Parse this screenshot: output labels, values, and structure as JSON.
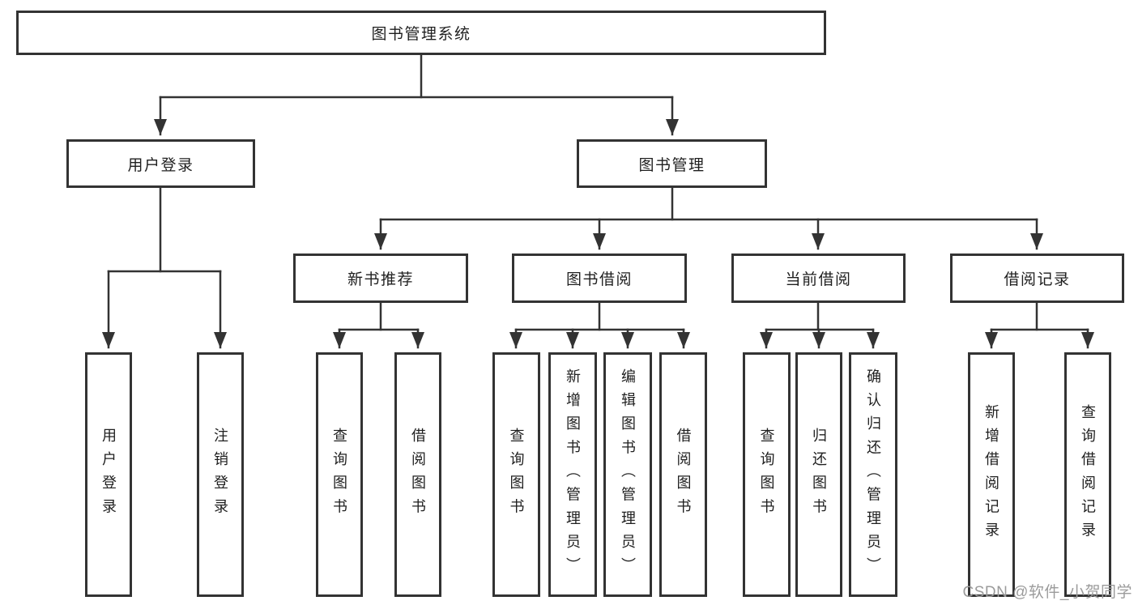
{
  "colors": {
    "line": "#333333",
    "box_border": "#333333",
    "text": "#1f1f1f",
    "watermark": "#9b9b9b",
    "background": "#ffffff"
  },
  "watermark": {
    "text": "CSDN @软件_小贺同学"
  },
  "tree": {
    "label": "图书管理系统",
    "children": [
      {
        "label": "用户登录",
        "children": [
          {
            "label": "用户登录"
          },
          {
            "label": "注销登录"
          }
        ]
      },
      {
        "label": "图书管理",
        "children": [
          {
            "label": "新书推荐",
            "children": [
              {
                "label": "查询图书"
              },
              {
                "label": "借阅图书"
              }
            ]
          },
          {
            "label": "图书借阅",
            "children": [
              {
                "label": "查询图书"
              },
              {
                "label": "新增图书（管理员）"
              },
              {
                "label": "编辑图书（管理员）"
              },
              {
                "label": "借阅图书"
              }
            ]
          },
          {
            "label": "当前借阅",
            "children": [
              {
                "label": "查询图书"
              },
              {
                "label": "归还图书"
              },
              {
                "label": "确认归还（管理员）"
              }
            ]
          },
          {
            "label": "借阅记录",
            "children": [
              {
                "label": "新增借阅记录"
              },
              {
                "label": "查询借阅记录"
              }
            ]
          }
        ]
      }
    ]
  }
}
